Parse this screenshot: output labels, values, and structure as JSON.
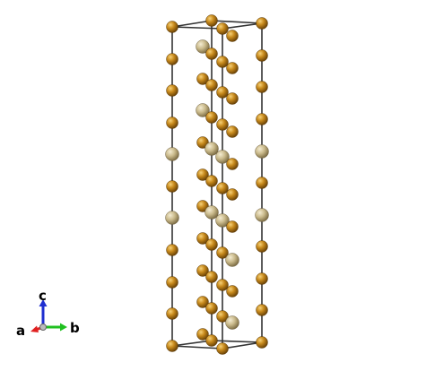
{
  "structure": {
    "colors": {
      "atom_dark": "#b87a14",
      "atom_light": "#c8b888",
      "cell_edge": "#333333"
    }
  },
  "axes": {
    "a": {
      "label": "a",
      "color": "#e02020"
    },
    "b": {
      "label": "b",
      "color": "#20c020"
    },
    "c": {
      "label": "c",
      "color": "#1f2fd0"
    }
  }
}
